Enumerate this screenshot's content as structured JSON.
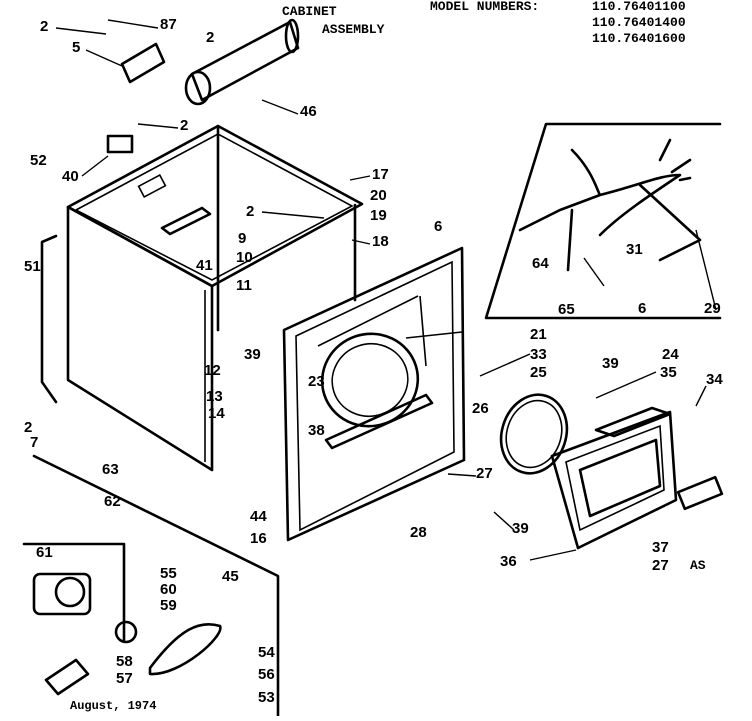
{
  "header": {
    "title_line1": "CABINET",
    "title_line2": "ASSEMBLY",
    "model_label": "MODEL NUMBERS:",
    "model_numbers": [
      "110.76401100",
      "110.76401400",
      "110.76401600"
    ]
  },
  "footer": {
    "date": "August, 1974",
    "code": "AS"
  },
  "callouts": [
    "87",
    "2",
    "2",
    "5",
    "46",
    "2",
    "40",
    "52",
    "17",
    "20",
    "6",
    "2",
    "19",
    "18",
    "9",
    "10",
    "11",
    "41",
    "51",
    "2",
    "7",
    "12",
    "39",
    "13",
    "14",
    "23",
    "38",
    "21",
    "33",
    "25",
    "39",
    "24",
    "35",
    "34",
    "26",
    "27",
    "28",
    "39",
    "36",
    "37",
    "27",
    "44",
    "16",
    "63",
    "62",
    "61",
    "55",
    "60",
    "59",
    "45",
    "58",
    "57",
    "54",
    "56",
    "53",
    "31",
    "64",
    "65",
    "6",
    "29"
  ]
}
